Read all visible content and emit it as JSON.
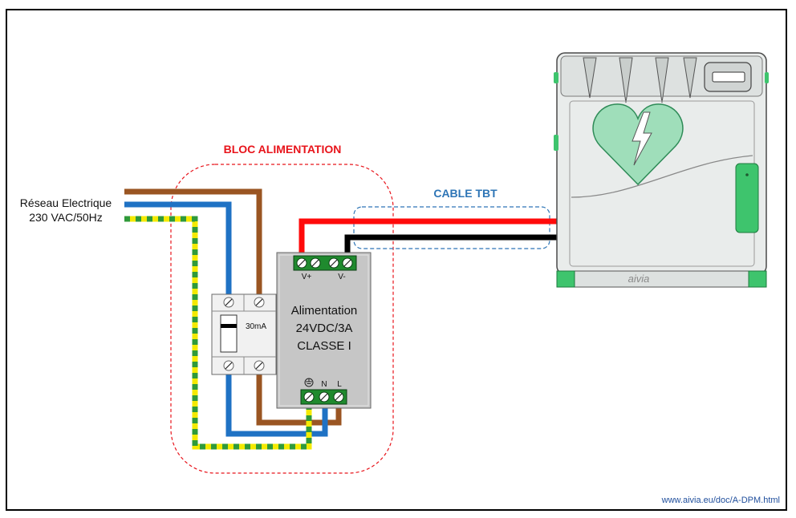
{
  "labels": {
    "bloc_title": "BLOC ALIMENTATION",
    "cable_title": "CABLE TBT",
    "network_line1": "Réseau Electrique",
    "network_line2": "230 VAC/50Hz",
    "breaker_rating": "30mA",
    "psu_line1": "Alimentation",
    "psu_line2": "24VDC/3A",
    "psu_line3": "CLASSE I",
    "vplus": "V+",
    "vminus": "V-",
    "neutral": "N",
    "line": "L",
    "url": "www.aivia.eu/doc/A-DPM.html",
    "device_logo": "aivia"
  },
  "colors": {
    "wire_brown": "#9a5522",
    "wire_blue": "#1f72c4",
    "wire_yellow": "#f4ea00",
    "wire_green": "#2f9a3a",
    "wire_red": "#ff0a0a",
    "wire_black": "#000000",
    "bloc_outline": "#e8141b",
    "cable_outline": "#2e75b6",
    "bloc_title": "#e8141b",
    "cable_title": "#2e75b6",
    "url": "#1f4e9c",
    "terminal_green": "#1f8a2e",
    "device_green": "#3ec46d"
  }
}
